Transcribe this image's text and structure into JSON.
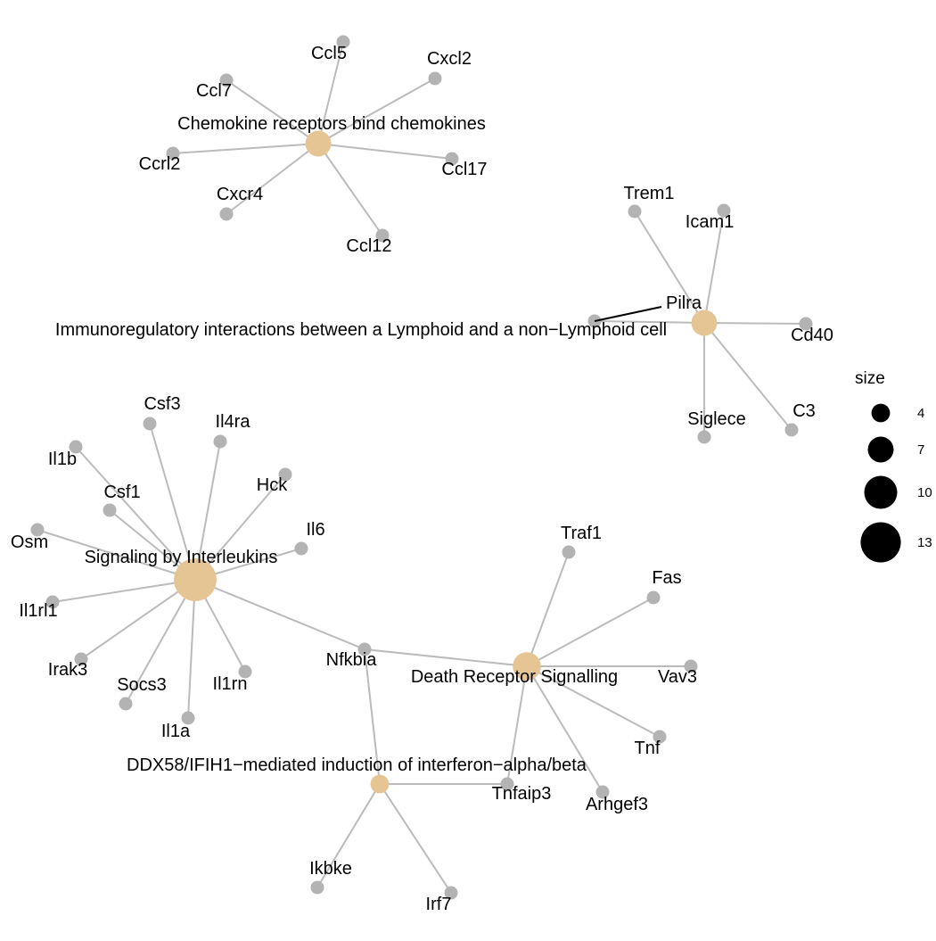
{
  "colors": {
    "edge": "#bbbbbb",
    "gene_node": "#b3b3b3",
    "pathway_node": "#e6c595",
    "legend_dot": "#000000",
    "text": "#000000",
    "background": "#ffffff"
  },
  "network": {
    "pathways": [
      {
        "id": "p1",
        "label": "Chemokine receptors bind chemokines",
        "size": 7
      },
      {
        "id": "p2",
        "label": "Immunoregulatory interactions between a Lymphoid and a non−Lymphoid cell",
        "size": 7
      },
      {
        "id": "p3",
        "label": "Signaling by Interleukins",
        "size": 14
      },
      {
        "id": "p4",
        "label": "Death Receptor Signalling",
        "size": 8
      },
      {
        "id": "p5",
        "label": "DDX58/IFIH1−mediated induction of interferon−alpha/beta",
        "size": 4
      }
    ],
    "genes": [
      {
        "id": "g_ccl5",
        "label": "Ccl5"
      },
      {
        "id": "g_cxcl2",
        "label": "Cxcl2"
      },
      {
        "id": "g_ccl7",
        "label": "Ccl7"
      },
      {
        "id": "g_ccrl2",
        "label": "Ccrl2"
      },
      {
        "id": "g_ccl17",
        "label": "Ccl17"
      },
      {
        "id": "g_cxcr4",
        "label": "Cxcr4"
      },
      {
        "id": "g_ccl12",
        "label": "Ccl12"
      },
      {
        "id": "g_trem1",
        "label": "Trem1"
      },
      {
        "id": "g_icam1",
        "label": "Icam1"
      },
      {
        "id": "g_pilra",
        "label": "Pilra"
      },
      {
        "id": "g_cd40",
        "label": "Cd40"
      },
      {
        "id": "g_siglece",
        "label": "Siglece"
      },
      {
        "id": "g_c3",
        "label": "C3"
      },
      {
        "id": "g_csf3",
        "label": "Csf3"
      },
      {
        "id": "g_il4ra",
        "label": "Il4ra"
      },
      {
        "id": "g_il1b",
        "label": "Il1b"
      },
      {
        "id": "g_csf1",
        "label": "Csf1"
      },
      {
        "id": "g_hck",
        "label": "Hck"
      },
      {
        "id": "g_osm",
        "label": "Osm"
      },
      {
        "id": "g_il6",
        "label": "Il6"
      },
      {
        "id": "g_il1rl1",
        "label": "Il1rl1"
      },
      {
        "id": "g_irak3",
        "label": "Irak3"
      },
      {
        "id": "g_socs3",
        "label": "Socs3"
      },
      {
        "id": "g_il1rn",
        "label": "Il1rn"
      },
      {
        "id": "g_il1a",
        "label": "Il1a"
      },
      {
        "id": "g_nfkbia",
        "label": "Nfkbia"
      },
      {
        "id": "g_traf1",
        "label": "Traf1"
      },
      {
        "id": "g_fas",
        "label": "Fas"
      },
      {
        "id": "g_vav3",
        "label": "Vav3"
      },
      {
        "id": "g_tnf",
        "label": "Tnf"
      },
      {
        "id": "g_tnfaip3",
        "label": "Tnfaip3"
      },
      {
        "id": "g_arhgef3",
        "label": "Arhgef3"
      },
      {
        "id": "g_ikbke",
        "label": "Ikbke"
      },
      {
        "id": "g_irf7",
        "label": "Irf7"
      }
    ],
    "edges": [
      [
        "p1",
        "g_ccl5"
      ],
      [
        "p1",
        "g_cxcl2"
      ],
      [
        "p1",
        "g_ccl7"
      ],
      [
        "p1",
        "g_ccrl2"
      ],
      [
        "p1",
        "g_ccl17"
      ],
      [
        "p1",
        "g_cxcr4"
      ],
      [
        "p1",
        "g_ccl12"
      ],
      [
        "p2",
        "g_trem1"
      ],
      [
        "p2",
        "g_icam1"
      ],
      [
        "p2",
        "g_pilra"
      ],
      [
        "p2",
        "g_cd40"
      ],
      [
        "p2",
        "g_siglece"
      ],
      [
        "p2",
        "g_c3"
      ],
      [
        "p3",
        "g_csf3"
      ],
      [
        "p3",
        "g_il4ra"
      ],
      [
        "p3",
        "g_il1b"
      ],
      [
        "p3",
        "g_csf1"
      ],
      [
        "p3",
        "g_hck"
      ],
      [
        "p3",
        "g_osm"
      ],
      [
        "p3",
        "g_il6"
      ],
      [
        "p3",
        "g_il1rl1"
      ],
      [
        "p3",
        "g_irak3"
      ],
      [
        "p3",
        "g_socs3"
      ],
      [
        "p3",
        "g_il1rn"
      ],
      [
        "p3",
        "g_il1a"
      ],
      [
        "p3",
        "g_nfkbia"
      ],
      [
        "p4",
        "g_nfkbia"
      ],
      [
        "p4",
        "g_traf1"
      ],
      [
        "p4",
        "g_fas"
      ],
      [
        "p4",
        "g_vav3"
      ],
      [
        "p4",
        "g_tnf"
      ],
      [
        "p4",
        "g_tnfaip3"
      ],
      [
        "p4",
        "g_arhgef3"
      ],
      [
        "p5",
        "g_nfkbia"
      ],
      [
        "p5",
        "g_tnfaip3"
      ],
      [
        "p5",
        "g_ikbke"
      ],
      [
        "p5",
        "g_irf7"
      ]
    ]
  },
  "legend": {
    "title": "size",
    "items": [
      {
        "label": "4",
        "value": 4
      },
      {
        "label": "7",
        "value": 7
      },
      {
        "label": "10",
        "value": 10
      },
      {
        "label": "13",
        "value": 13
      }
    ]
  }
}
